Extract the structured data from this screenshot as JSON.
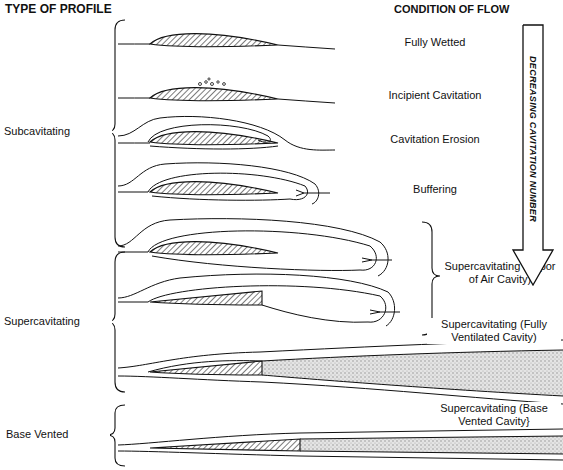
{
  "diagram": {
    "nodes": [
      {
        "text": [
          "DECREASING CAVITATION NUMBER"
        ]
      }
    ],
    "labels": [
      "TYPE OF PROFILE",
      "CONDITION OF FLOW",
      "Subcavitating",
      "Supercavitating",
      "Base Vented",
      "Fully Wetted",
      "Incipient Cavitation",
      "Cavitation Erosion",
      "Buffering",
      "Supercavitating (Vapor of Air Cavity)",
      "Supercavitating (Fully Ventilated Cavity)",
      "Supercavitating (Base Vented Cavity}"
    ]
  }
}
